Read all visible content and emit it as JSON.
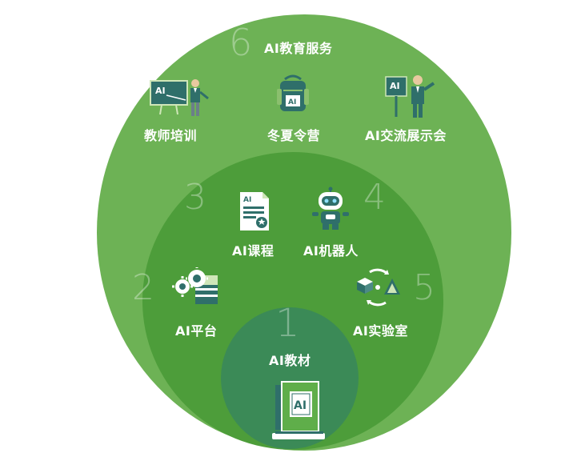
{
  "title": "AI教育服务",
  "numbers": {
    "n1": "1",
    "n2": "2",
    "n3": "3",
    "n4": "4",
    "n5": "5",
    "n6": "6"
  },
  "outer_ring": {
    "items": [
      {
        "label": "教师培训",
        "icon": "teacher-training-icon"
      },
      {
        "label": "冬夏令营",
        "icon": "backpack-icon"
      },
      {
        "label": "AI交流展示会",
        "icon": "presenter-icon"
      }
    ]
  },
  "middle_ring": {
    "items": [
      {
        "label": "AI课程",
        "icon": "certificate-document-icon"
      },
      {
        "label": "AI机器人",
        "icon": "robot-icon"
      },
      {
        "label": "AI平台",
        "icon": "gears-server-icon"
      },
      {
        "label": "AI实验室",
        "icon": "lab-cycle-icon"
      }
    ]
  },
  "core": {
    "label": "AI教材",
    "icon": "textbook-icon",
    "icon_text": "AI"
  },
  "icon_texts": {
    "board": "AI",
    "sign": "AI",
    "pack": "AI",
    "doc": "AI"
  },
  "colors": {
    "outer": "#6db255",
    "middle": "#4d9d3a",
    "inner": "#3b8a57",
    "icon_dark": "#2f6f6a",
    "text": "#ffffff"
  }
}
